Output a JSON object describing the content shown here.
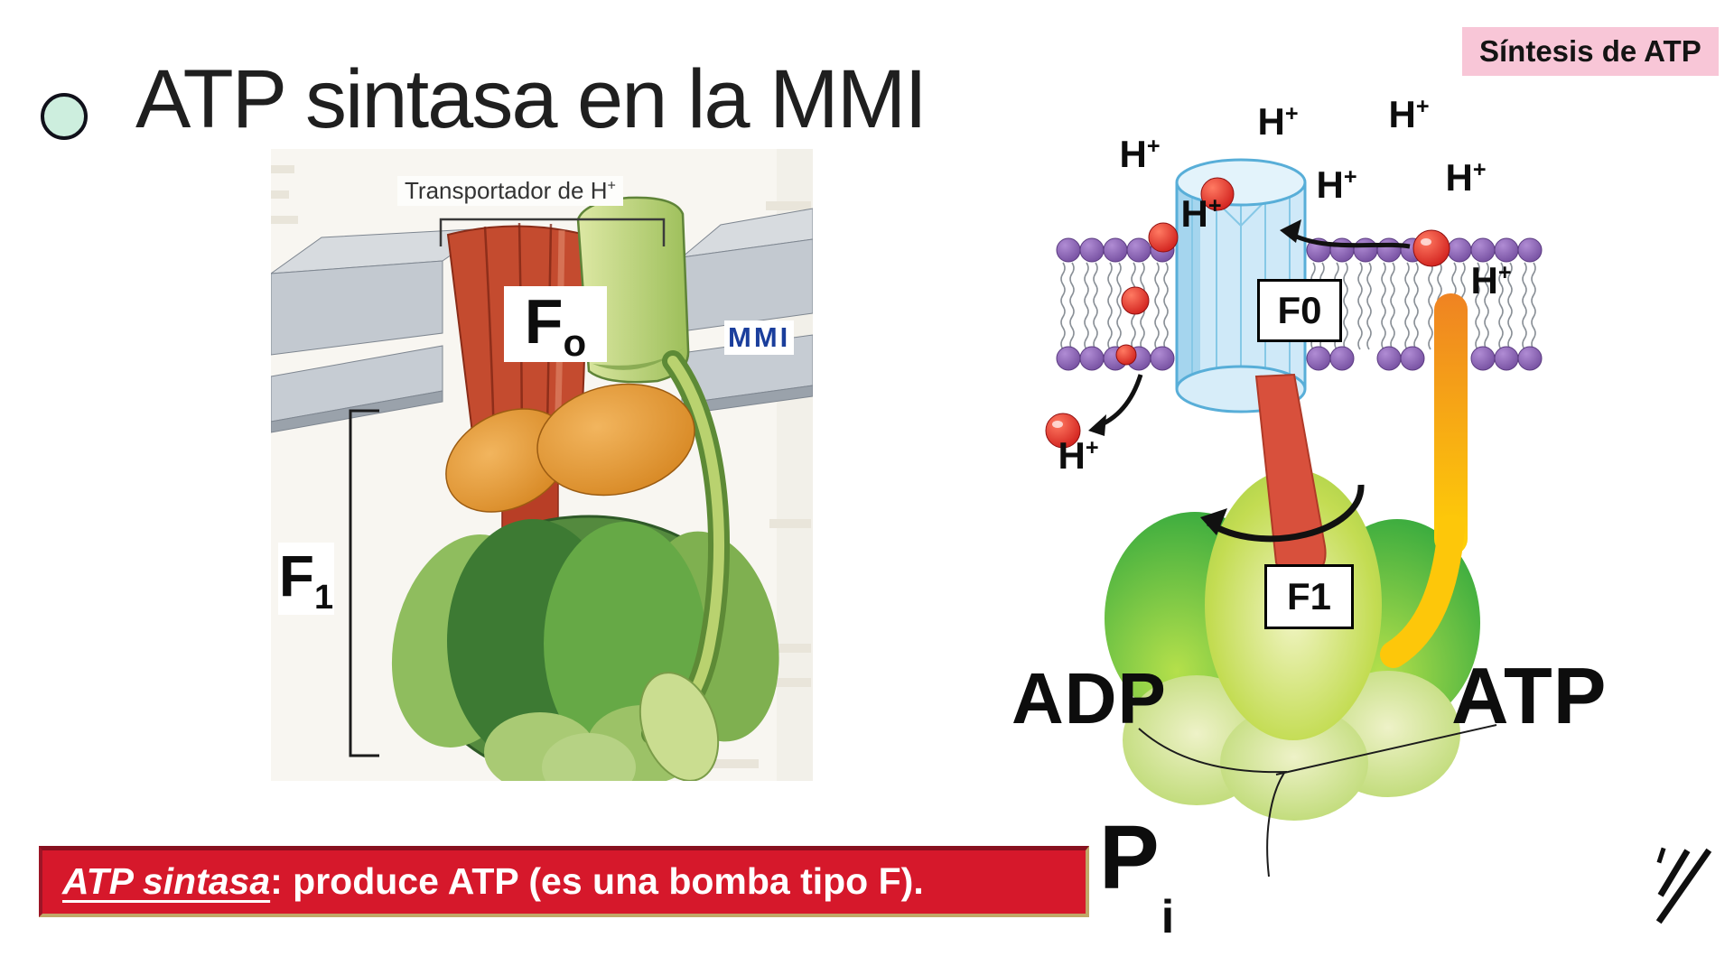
{
  "slide": {
    "badge_label": "Síntesis de ATP",
    "title": "ATP sintasa en la MMI",
    "footer_term": "ATP sintasa",
    "footer_rest": ": produce ATP (es una bomba tipo F).",
    "handwritten_mark": "//",
    "colors": {
      "badge_bg": "#f8c6d7",
      "footer_bg": "#d6182b",
      "bullet_fill": "#cdeede",
      "mmi_text": "#1a3e9c",
      "membrane_head": "#7e57ab",
      "channel_blue": "#cfe9f8",
      "proton_red": "#d81616",
      "rod_orange": "#f39c12",
      "enzyme_green": "#5cb848"
    }
  },
  "left_diagram": {
    "transporter_base": "Transportador de H",
    "transporter_sup": "+",
    "fo_base": "F",
    "fo_sub": "o",
    "mmi_label": "MMI",
    "f1_base": "F",
    "f1_sub": "1"
  },
  "right_diagram": {
    "proton_base": "H",
    "proton_sup": "+",
    "f0_label": "F0",
    "f1_label": "F1",
    "adp_label": "ADP",
    "atp_label": "ATP",
    "pi_base": "P",
    "pi_sub": "i"
  }
}
